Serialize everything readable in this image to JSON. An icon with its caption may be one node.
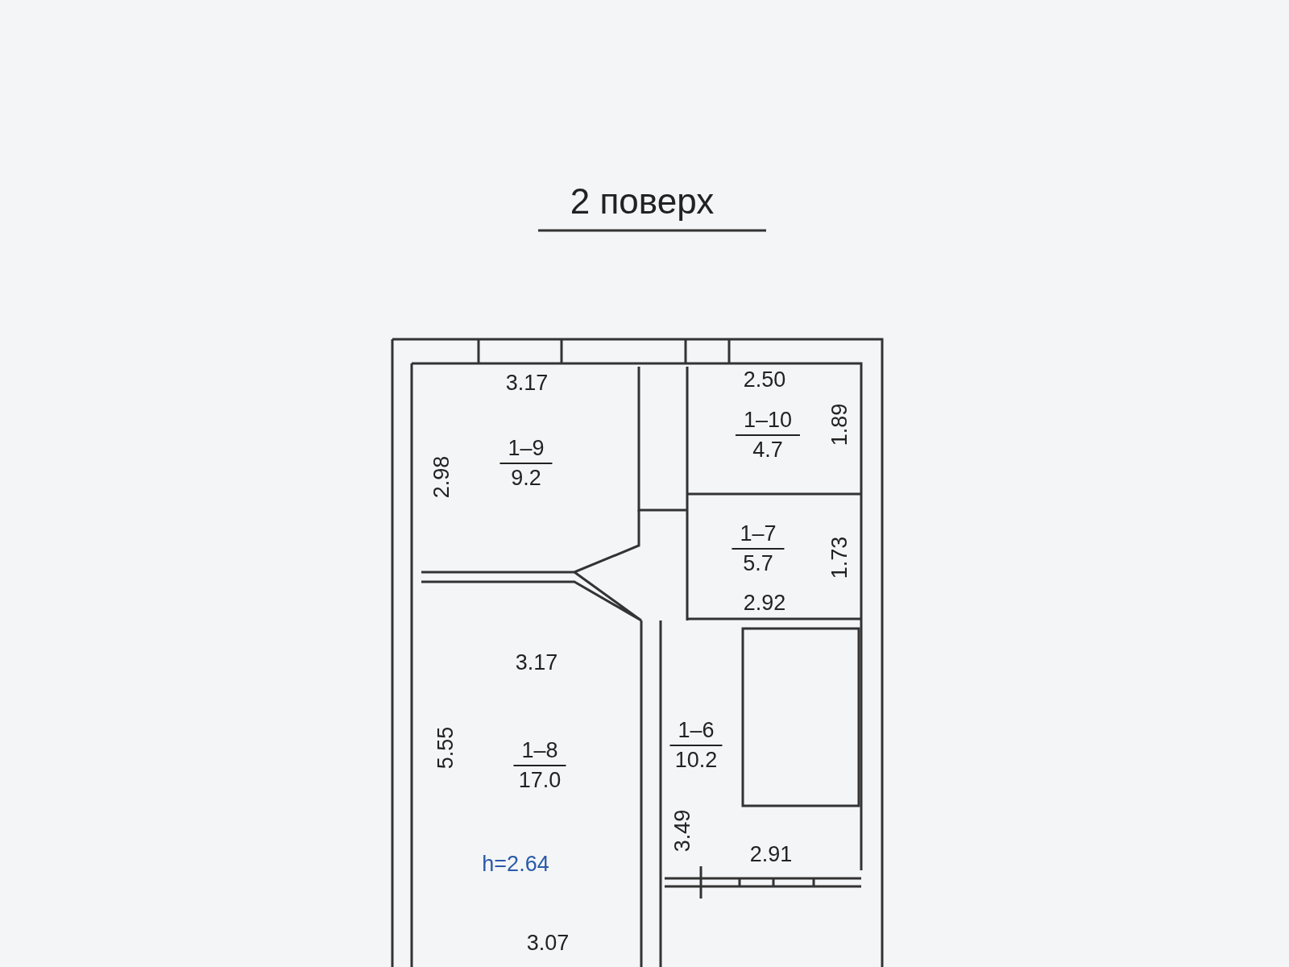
{
  "diagram": {
    "title": "2 поверх",
    "nodes": [
      {
        "text": [
          "1–9",
          "9.2"
        ]
      },
      {
        "text": [
          "1–10",
          "4.7"
        ]
      },
      {
        "text": [
          "1–7",
          "5.7"
        ]
      },
      {
        "text": [
          "1–8",
          "17.0"
        ]
      },
      {
        "text": [
          "1–6",
          "10.2"
        ]
      }
    ],
    "labels": [
      "3.17",
      "2.50",
      "1.89",
      "2.98",
      "1.73",
      "2.92",
      "3.17",
      "5.55",
      "3.49",
      "2.91",
      "3.07",
      "h=2.64"
    ]
  }
}
